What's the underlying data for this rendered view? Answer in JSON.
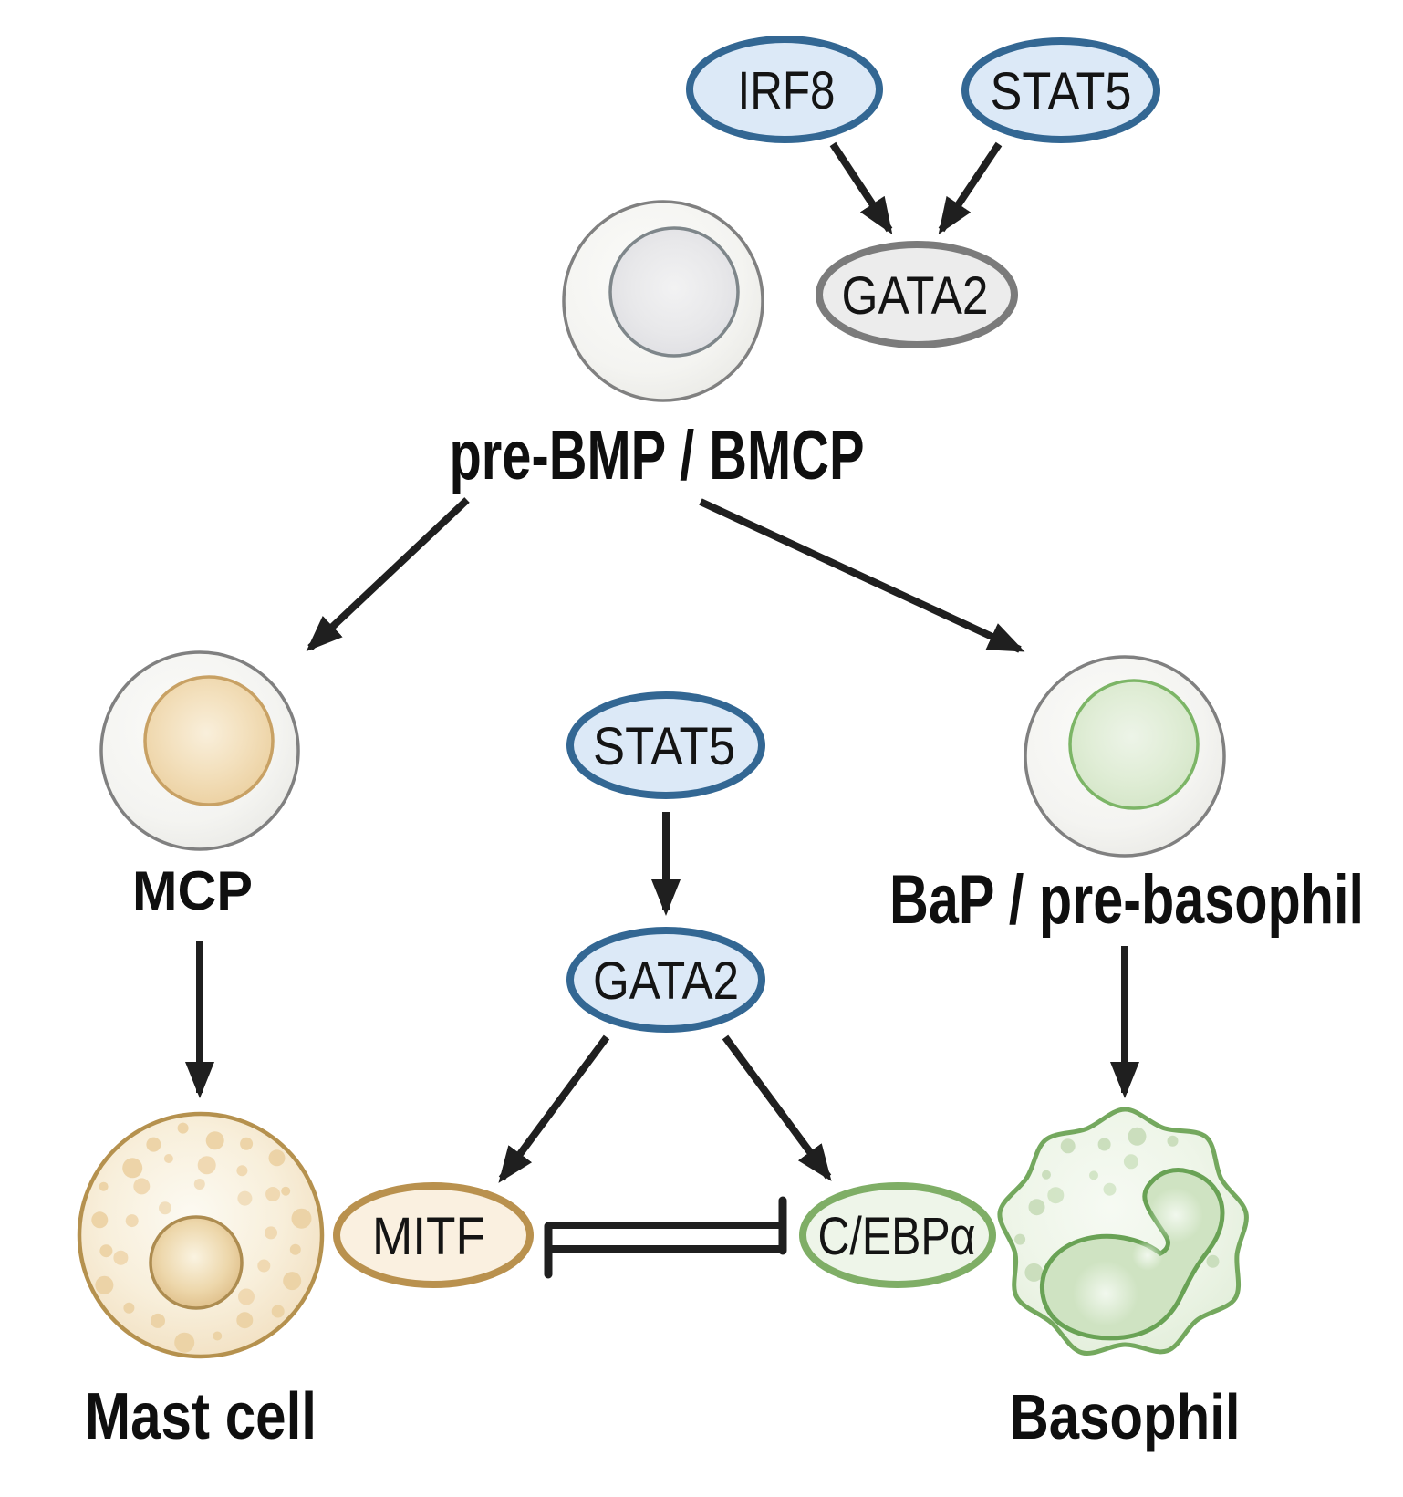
{
  "nodes": {
    "irf8": {
      "label": "IRF8"
    },
    "stat5_top": {
      "label": "STAT5"
    },
    "gata2_top": {
      "label": "GATA2"
    },
    "stat5_mid": {
      "label": "STAT5"
    },
    "gata2_mid": {
      "label": "GATA2"
    },
    "mitf": {
      "label": "MITF"
    },
    "cebpa": {
      "label": "C/EBPα"
    }
  },
  "cells": {
    "prebmp": {
      "label": "pre-BMP / BMCP"
    },
    "mcp": {
      "label": "MCP"
    },
    "bap": {
      "label": "BaP / pre-basophil"
    },
    "mast": {
      "label": "Mast cell"
    },
    "basophil": {
      "label": "Basophil"
    }
  },
  "edges": [
    {
      "from": "IRF8",
      "to": "GATA2",
      "type": "activates"
    },
    {
      "from": "STAT5",
      "to": "GATA2",
      "type": "activates"
    },
    {
      "from": "pre-BMP / BMCP",
      "to": "MCP",
      "type": "differentiates"
    },
    {
      "from": "pre-BMP / BMCP",
      "to": "BaP / pre-basophil",
      "type": "differentiates"
    },
    {
      "from": "MCP",
      "to": "Mast cell",
      "type": "differentiates"
    },
    {
      "from": "BaP / pre-basophil",
      "to": "Basophil",
      "type": "differentiates"
    },
    {
      "from": "STAT5",
      "to": "GATA2",
      "type": "activates"
    },
    {
      "from": "GATA2",
      "to": "MITF",
      "type": "activates"
    },
    {
      "from": "GATA2",
      "to": "C/EBPα",
      "type": "activates"
    },
    {
      "from": "MITF",
      "to": "C/EBPα",
      "type": "inhibits"
    },
    {
      "from": "C/EBPα",
      "to": "MITF",
      "type": "inhibits"
    }
  ],
  "colors": {
    "tf_blue_fill": "#dce9f7",
    "tf_blue_stroke": "#336793",
    "tf_gray_fill": "#ececec",
    "tf_gray_stroke": "#7b7b7b",
    "tf_tan_fill": "#faf0e0",
    "tf_tan_stroke": "#b9914e",
    "tf_green_fill": "#eef5e9",
    "tf_green_stroke": "#7fae66",
    "cell_gray_stroke": "#808080",
    "mast_stroke": "#b5914e",
    "basophil_stroke": "#74a85e",
    "arrow": "#1f1f1f"
  }
}
